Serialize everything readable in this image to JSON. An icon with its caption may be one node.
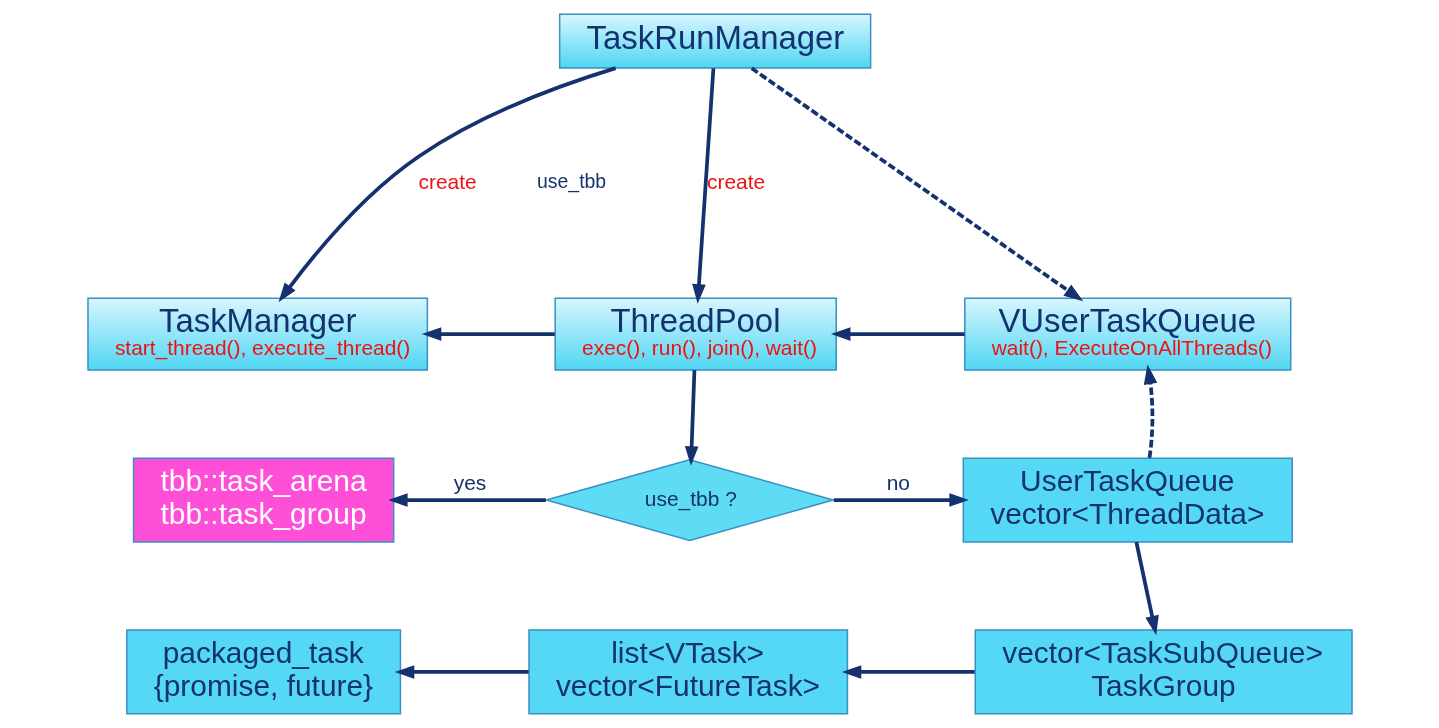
{
  "diagram": {
    "nodes": [
      {
        "text": [
          "TaskRunManager"
        ]
      },
      {
        "text": [
          "TaskManager",
          "start_thread(), execute_thread()"
        ]
      },
      {
        "text": [
          "ThreadPool",
          "exec(), run(), join(), wait()"
        ]
      },
      {
        "text": [
          "VUserTaskQueue",
          "wait(), ExecuteOnAllThreads()"
        ]
      },
      {
        "text": [
          "tbb::task_arena",
          "tbb::task_group"
        ]
      },
      {
        "text": [
          "use_tbb ?"
        ]
      },
      {
        "text": [
          "UserTaskQueue",
          "vector<ThreadData>"
        ]
      },
      {
        "text": [
          "packaged_task",
          "{promise, future}"
        ]
      },
      {
        "text": [
          "list<VTask>",
          "vector<FutureTask>"
        ]
      },
      {
        "text": [
          "vector<TaskSubQueue>",
          "TaskGroup"
        ]
      }
    ],
    "edges": [
      {
        "from": 0,
        "to": 1,
        "arrow": "to",
        "label": "create"
      },
      {
        "from": 0,
        "to": 2,
        "arrow": "to",
        "label": "create"
      },
      {
        "from": 0,
        "to": 3,
        "arrow": "to",
        "style": "dashed"
      },
      {
        "from": 2,
        "to": 1,
        "arrow": "to"
      },
      {
        "from": 3,
        "to": 2,
        "arrow": "to"
      },
      {
        "from": 2,
        "to": 5,
        "arrow": "to"
      },
      {
        "from": 5,
        "to": 4,
        "arrow": "to",
        "label": "yes"
      },
      {
        "from": 5,
        "to": 6,
        "arrow": "to",
        "label": "no"
      },
      {
        "from": 6,
        "to": 3,
        "arrow": "to",
        "style": "dashed"
      },
      {
        "from": 6,
        "to": 9,
        "arrow": "to"
      },
      {
        "from": 9,
        "to": 8,
        "arrow": "to"
      },
      {
        "from": 8,
        "to": 7,
        "arrow": "to"
      }
    ],
    "labels": [
      "use_tbb"
    ]
  }
}
